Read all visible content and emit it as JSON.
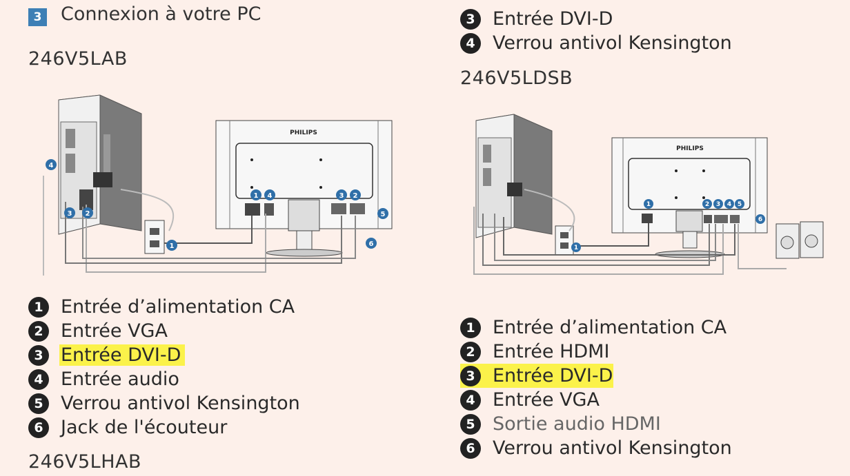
{
  "step": {
    "number": "3",
    "title": "Connexion à votre PC"
  },
  "left": {
    "model": "246V5LAB",
    "diagram": {
      "brand": "PHILIPS",
      "markers": [
        "1",
        "2",
        "3",
        "4",
        "5",
        "6"
      ]
    },
    "items": [
      {
        "num": "1",
        "label": "Entrée d’alimentation CA"
      },
      {
        "num": "2",
        "label": "Entrée VGA"
      },
      {
        "num": "3",
        "label": "Entrée DVI-D",
        "highlighted": true
      },
      {
        "num": "4",
        "label": "Entrée audio"
      },
      {
        "num": "5",
        "label": "Verrou antivol Kensington"
      },
      {
        "num": "6",
        "label": "Jack de l'écouteur"
      }
    ],
    "next_model": "246V5LHAB"
  },
  "right": {
    "continued_items": [
      {
        "num": "3",
        "label": "Entrée DVI-D"
      },
      {
        "num": "4",
        "label": "Verrou antivol Kensington"
      }
    ],
    "model": "246V5LDSB",
    "diagram": {
      "brand": "PHILIPS",
      "markers": [
        "1",
        "2",
        "3",
        "4",
        "5",
        "6"
      ]
    },
    "items": [
      {
        "num": "1",
        "label": "Entrée d’alimentation CA"
      },
      {
        "num": "2",
        "label": "Entrée HDMI"
      },
      {
        "num": "3",
        "label": "Entrée DVI-D",
        "highlighted": true
      },
      {
        "num": "4",
        "label": "Entrée VGA"
      },
      {
        "num": "5",
        "label": "Sortie audio HDMI"
      },
      {
        "num": "6",
        "label": "Verrou antivol Kensington"
      }
    ]
  },
  "colors": {
    "badge": "#3d7fb5",
    "highlight": "#fbf24a",
    "background": "#fdf0ea",
    "marker": "#2f6fa8"
  }
}
